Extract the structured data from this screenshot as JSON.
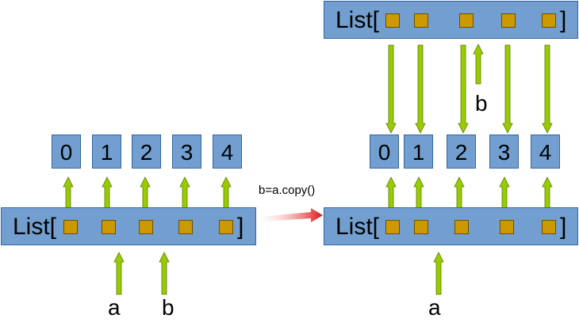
{
  "list_word": "List[",
  "close_bracket": "]",
  "operation": "b=a.copy()",
  "left": {
    "elements": [
      "0",
      "1",
      "2",
      "3",
      "4"
    ],
    "vars": [
      "a",
      "b"
    ]
  },
  "right": {
    "elements": [
      "0",
      "1",
      "2",
      "3",
      "4"
    ],
    "var_bottom": "a",
    "var_top": "b"
  },
  "colors": {
    "box_fill": "#729fcf",
    "box_border": "#3465a4",
    "slot_fill": "#cc9900",
    "arrow_green": "#99cc00",
    "arrow_red": "#dd1111"
  }
}
